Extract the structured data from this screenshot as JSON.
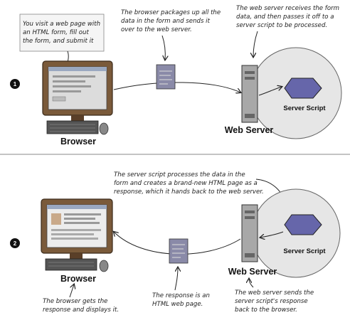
{
  "panel1": {
    "step": "1",
    "note_user": [
      "You visit a web page with",
      "an HTML form, fill out",
      "the form, and submit it"
    ],
    "note_browser": [
      "The browser packages up all the",
      "data in the form and sends it",
      "over to the web server."
    ],
    "note_server": [
      "The web server receives the form",
      "data, and then passes it off to a",
      "server script to be processed."
    ],
    "browser_label": "Browser",
    "server_label": "Web Server",
    "script_label": "Server Script"
  },
  "panel2": {
    "step": "2",
    "note_script": [
      "The server script processes the data in the",
      "form and creates a brand-new HTML page as a",
      "response, which it hands back to the web server."
    ],
    "note_display": [
      "The browser gets the",
      "response and displays it."
    ],
    "note_response": [
      "The response is an",
      "HTML web page."
    ],
    "note_send": [
      "The web server sends the",
      "server script's response",
      "back to the browser."
    ],
    "browser_label": "Browser",
    "server_label": "Web Server",
    "script_label": "Server Script"
  },
  "colors": {
    "monitor_frame": "#7a5a3a",
    "server_body": "#a8a8a8",
    "script_hex": "#6666aa",
    "circle_fill": "#e6e6e6",
    "document": "#8a8aa8"
  }
}
